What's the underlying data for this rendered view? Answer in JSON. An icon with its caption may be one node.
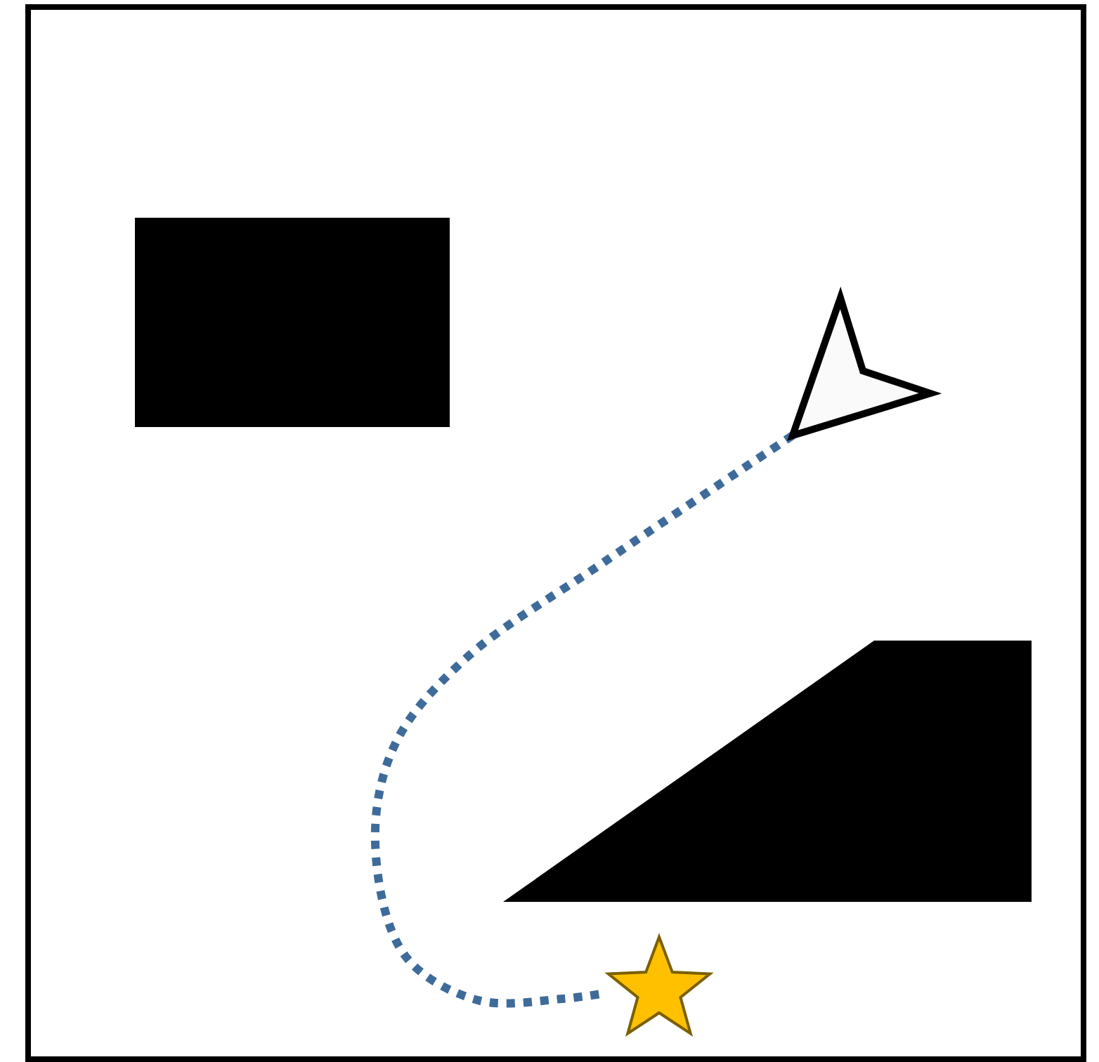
{
  "diagram": {
    "nodes": [
      {
        "text": [],
        "shape": "box"
      },
      {
        "text": [],
        "shape": "arrowhead"
      },
      {
        "text": [],
        "shape": "trapezoid"
      },
      {
        "text": [],
        "shape": "star"
      }
    ],
    "edges": [
      {
        "from": 1,
        "to": 3,
        "arrow": "none",
        "style": "dashed",
        "color": "#3e6b9a"
      }
    ]
  }
}
